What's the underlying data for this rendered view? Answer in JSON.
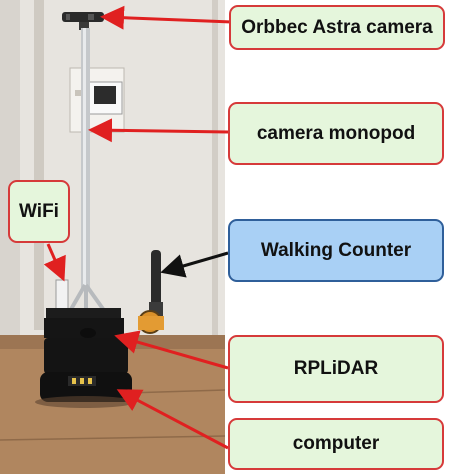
{
  "labels": {
    "camera": "Orbbec Astra camera",
    "monopod": "camera monopod",
    "wifi": "WiFi",
    "counter": "Walking Counter",
    "lidar": "RPLiDAR",
    "computer": "computer"
  },
  "colors": {
    "label_fill": "#e5f6dc",
    "label_border": "#d63a3a",
    "counter_fill": "#a9d0f5",
    "counter_border": "#2f5f9a",
    "arrow_red": "#e02020",
    "arrow_black": "#111111"
  }
}
